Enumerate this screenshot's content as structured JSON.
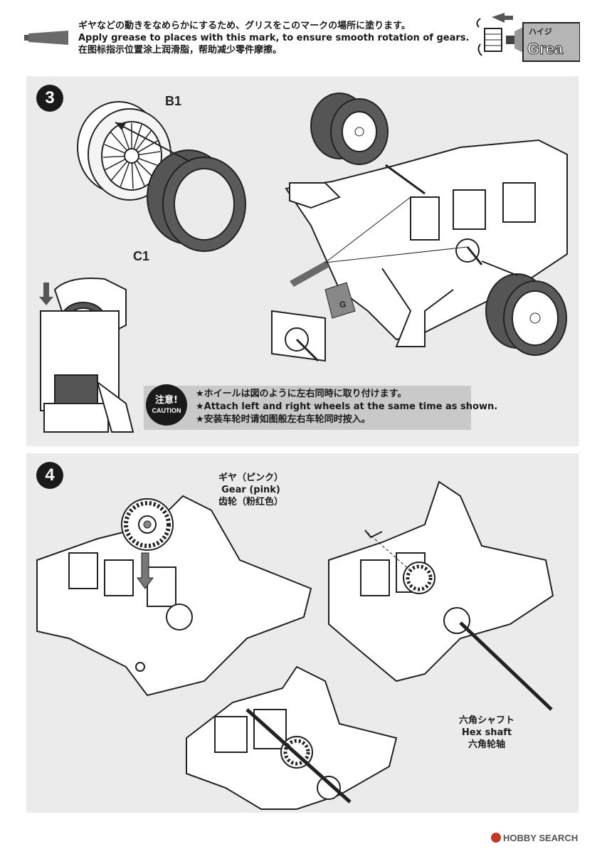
{
  "header": {
    "lines": [
      "ギヤなどの動きをなめらかにするため、グリスをこのマークの場所に塗ります。",
      "Apply grease to places with this mark, to ensure smooth rotation of gears.",
      "在图标指示位置涂上润滑脂，帮助减少零件摩擦。"
    ],
    "tube_label_jp": "ハイジ",
    "tube_label_en": "Grea"
  },
  "step3": {
    "number": "3",
    "label_b1": "B1",
    "label_c1": "C1",
    "gauge_label": "G",
    "caution": {
      "badge_jp": "注意!",
      "badge_en": "CAUTION",
      "lines": [
        "★ホイールは図のように左右同時に取り付けます。",
        "★Attach left and right wheels at the same time as shown.",
        "★安装车轮时请如图般左右车轮同时按入。"
      ]
    }
  },
  "step4": {
    "number": "4",
    "gear_label": [
      "ギヤ（ピンク）",
      "Gear (pink)",
      "齿轮（粉红色）"
    ],
    "shaft_label": [
      "六角シャフト",
      "Hex shaft",
      "六角轮轴"
    ]
  },
  "watermark": "HOBBY SEARCH"
}
